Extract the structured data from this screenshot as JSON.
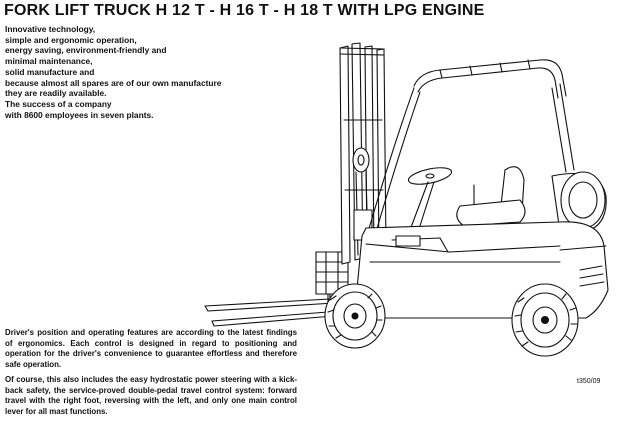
{
  "document": {
    "title": "FORK LIFT TRUCK H 12 T - H 16 T - H 18 T WITH LPG ENGINE",
    "intro_lines": [
      "Innovative technology,",
      "simple and ergonomic operation,",
      "energy saving, environment-friendly and",
      "minimal maintenance,",
      "solid manufacture and",
      "because almost all spares are of our own manufacture",
      "they are readily available.",
      "The success of a company",
      "with 8600 employees in seven plants."
    ],
    "paragraph_1": "Driver's position and operating features are according to the latest findings of ergonomics. Each control is designed in regard to positioning and operation for the driver's convenience to guarantee effortless and therefore safe operation.",
    "paragraph_2": "Of course, this also includes the easy hydrostatic power steering with a kick-back safety, the service-proved double-pedal travel control system: forward travel with the right foot, reversing with the left, and only one main control lever for all mast functions.",
    "figure_ref": "t350/09"
  }
}
